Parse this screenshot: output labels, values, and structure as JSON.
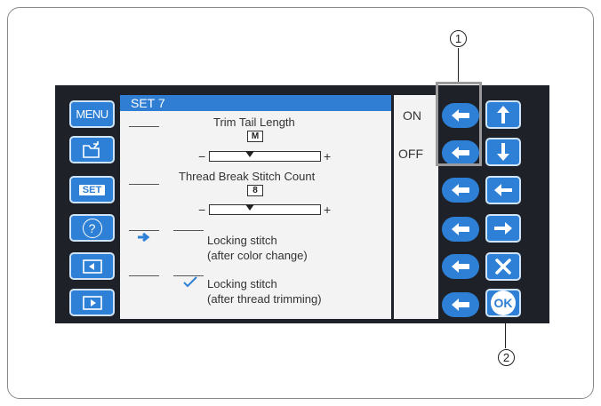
{
  "screen": {
    "title": "SET 7",
    "trim_tail_label": "Trim Tail Length",
    "trim_tail_value": "M",
    "thread_break_label": "Thread Break Stitch Count",
    "thread_break_value": "8",
    "minus": "−",
    "plus": "+",
    "locking1_line1": "Locking stitch",
    "locking1_line2": "(after color change)",
    "locking2_line1": "Locking stitch",
    "locking2_line2": "(after thread trimming)"
  },
  "left_menu": {
    "menu_label": "MENU",
    "set_label": "SET",
    "help_label": "?"
  },
  "onoff": {
    "on": "ON",
    "off": "OFF"
  },
  "right": {
    "ok": "OK"
  },
  "callouts": {
    "one": "1",
    "two": "2"
  },
  "icons": [
    "menu-button",
    "open-folder-icon",
    "set-icon",
    "help-icon",
    "prev-page-icon",
    "next-page-icon",
    "left-arrow-icon",
    "up-arrow-icon",
    "down-arrow-icon",
    "right-arrow-icon",
    "close-icon",
    "ok-icon"
  ],
  "colors": {
    "accent": "#2d80d6",
    "panel": "#1e2128",
    "screen": "#f3f3f3"
  }
}
